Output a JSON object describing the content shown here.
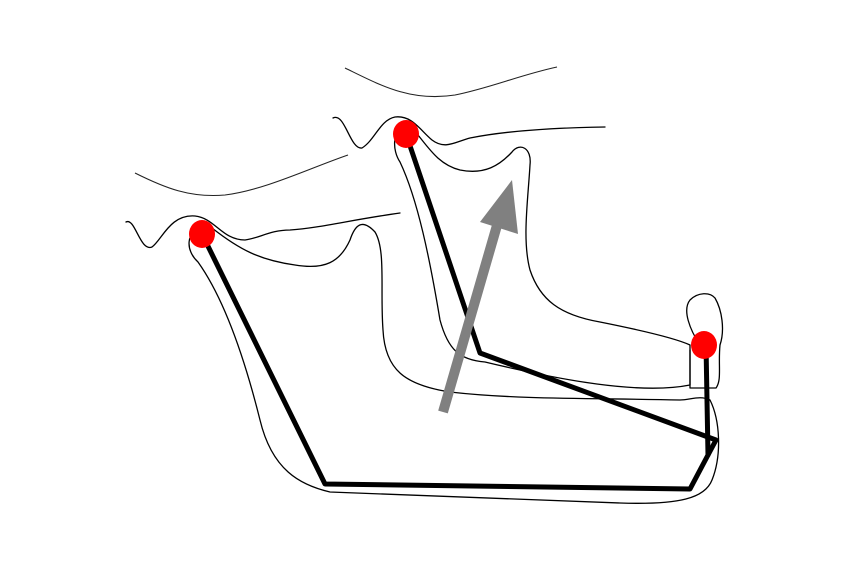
{
  "diagram": {
    "colors": {
      "background": "#ffffff",
      "outline": "#000000",
      "landmark": "#ff0000",
      "arrow": "#808080"
    },
    "landmarks": [
      "condyle-initial",
      "condyle-displaced",
      "chin-point"
    ],
    "arrow_direction": "up-right"
  }
}
